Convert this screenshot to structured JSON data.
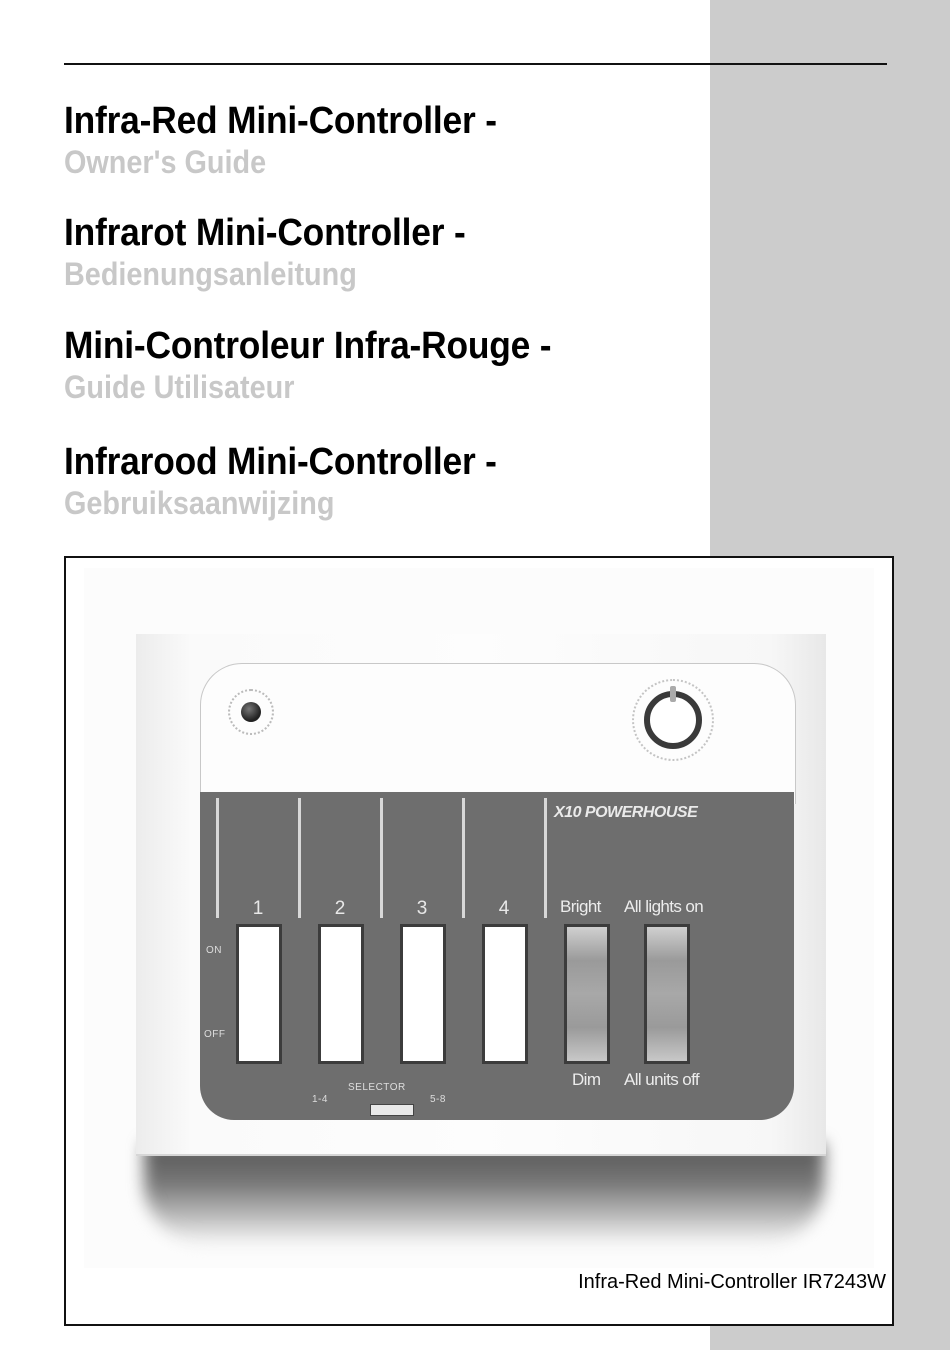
{
  "page": {
    "titles": [
      {
        "main": "Infra-Red Mini-Controller -",
        "sub": "Owner's Guide"
      },
      {
        "main": "Infrarot Mini-Controller -",
        "sub": "Bedienungsanleitung"
      },
      {
        "main": "Mini-Controleur Infra-Rouge -",
        "sub": "Guide Utilisateur"
      },
      {
        "main": "Infrarood Mini-Controller -",
        "sub": "Gebruiksaanwijzing"
      }
    ],
    "colors": {
      "title": "#000000",
      "subtitle": "#c8c8c8",
      "sidebar_band": "#cccccc",
      "panel": "#6e6e6e"
    }
  },
  "device": {
    "brand": "X10 POWERHOUSE",
    "channels": [
      "1",
      "2",
      "3",
      "4"
    ],
    "on_label": "ON",
    "off_label": "OFF",
    "bright_label": "Bright",
    "dim_label": "Dim",
    "all_on_label": "All lights on",
    "all_off_label": "All units off",
    "selector_label": "SELECTOR",
    "selector_left": "1-4",
    "selector_right": "5-8"
  },
  "caption": "Infra-Red Mini-Controller IR7243W"
}
